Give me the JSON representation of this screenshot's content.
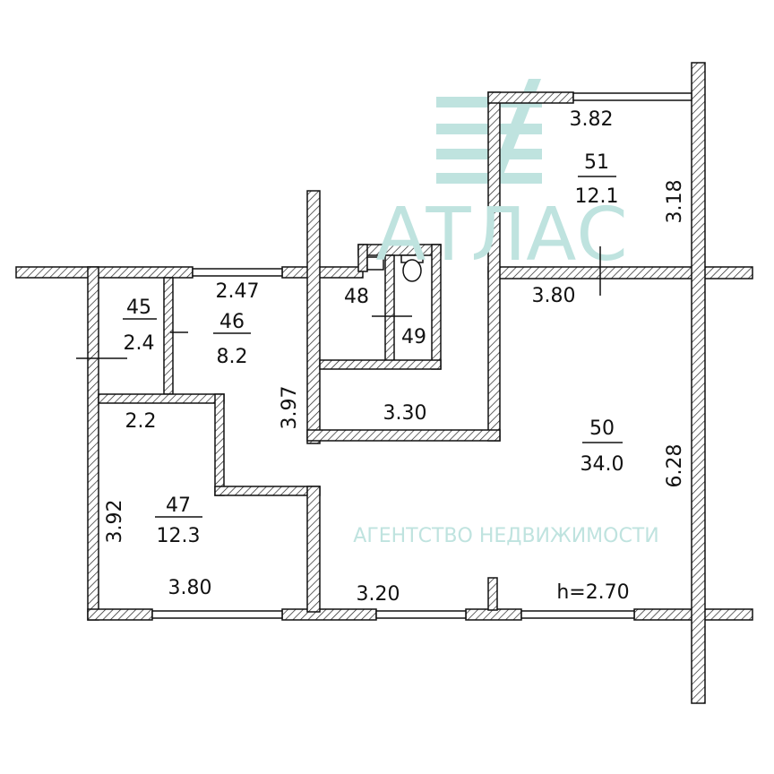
{
  "watermark": {
    "brand": "АТЛАС",
    "subtitle": "АГЕНТСТВО НЕДВИЖИМОСТИ"
  },
  "rooms": [
    {
      "number": "45",
      "area": "2.4"
    },
    {
      "number": "46",
      "area": "8.2"
    },
    {
      "number": "47",
      "area": "12.3"
    },
    {
      "number": "48",
      "area": ""
    },
    {
      "number": "49",
      "area": ""
    },
    {
      "number": "50",
      "area": "34.0"
    },
    {
      "number": "51",
      "area": "12.1"
    }
  ],
  "dimensions": {
    "r51_width": "3.82",
    "r51_depth": "3.18",
    "r50_top": "3.80",
    "r50_depth": "6.28",
    "r46_width": "2.47",
    "corridor_height": "3.97",
    "corridor_width": "3.30",
    "r47_top": "2.2",
    "r47_height": "3.92",
    "r47_bottom": "3.80",
    "r50_bottom": "3.20"
  },
  "ceiling_height": "h=2.70",
  "colors": {
    "wall": "#111111",
    "watermark": "#bfe3df"
  }
}
